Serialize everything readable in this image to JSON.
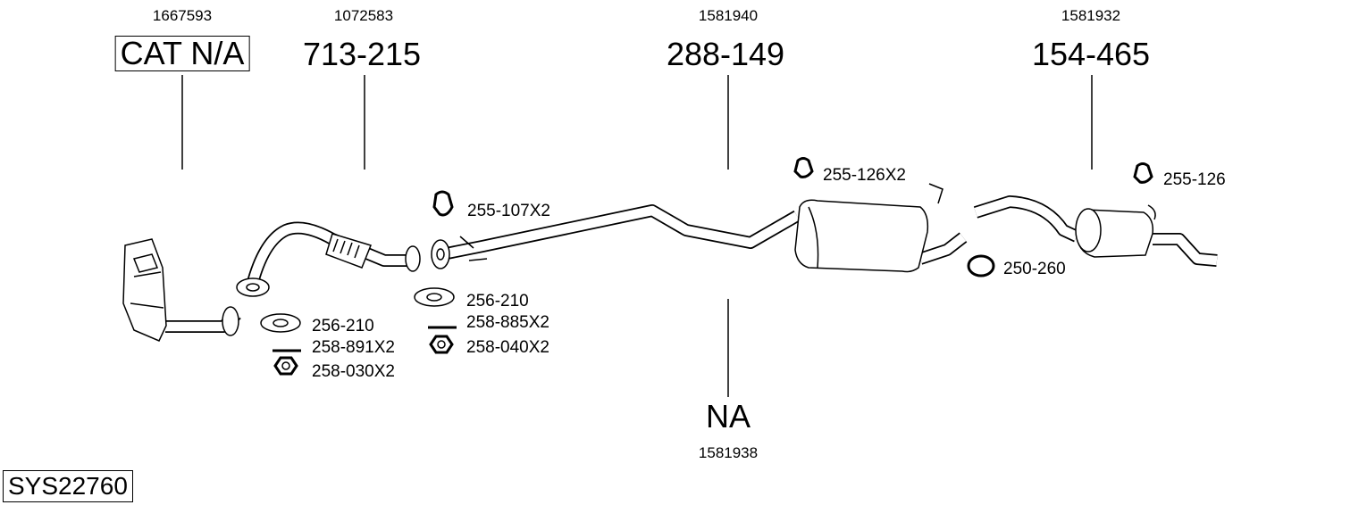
{
  "diagram_id": "SYS22760",
  "parts": [
    {
      "oe": "1667593",
      "code": "CAT N/A",
      "boxed": true
    },
    {
      "oe": "1072583",
      "code": "713-215"
    },
    {
      "oe": "1581940",
      "code": "288-149"
    },
    {
      "oe": "1581932",
      "code": "154-465"
    },
    {
      "oe": "1581938",
      "code": "NA"
    }
  ],
  "fittings": [
    {
      "code": "256-210",
      "icon": "gasket-icon"
    },
    {
      "code": "258-891X2",
      "icon": "bolt-icon"
    },
    {
      "code": "258-030X2",
      "icon": "nut-icon"
    },
    {
      "code": "255-107X2",
      "icon": "rubber-mount-icon"
    },
    {
      "code": "256-210",
      "icon": "gasket-icon"
    },
    {
      "code": "258-885X2",
      "icon": "bolt-icon"
    },
    {
      "code": "258-040X2",
      "icon": "nut-icon"
    },
    {
      "code": "255-126X2",
      "icon": "rubber-mount-icon"
    },
    {
      "code": "255-126",
      "icon": "rubber-mount-icon"
    },
    {
      "code": "250-260",
      "icon": "clamp-icon"
    }
  ]
}
